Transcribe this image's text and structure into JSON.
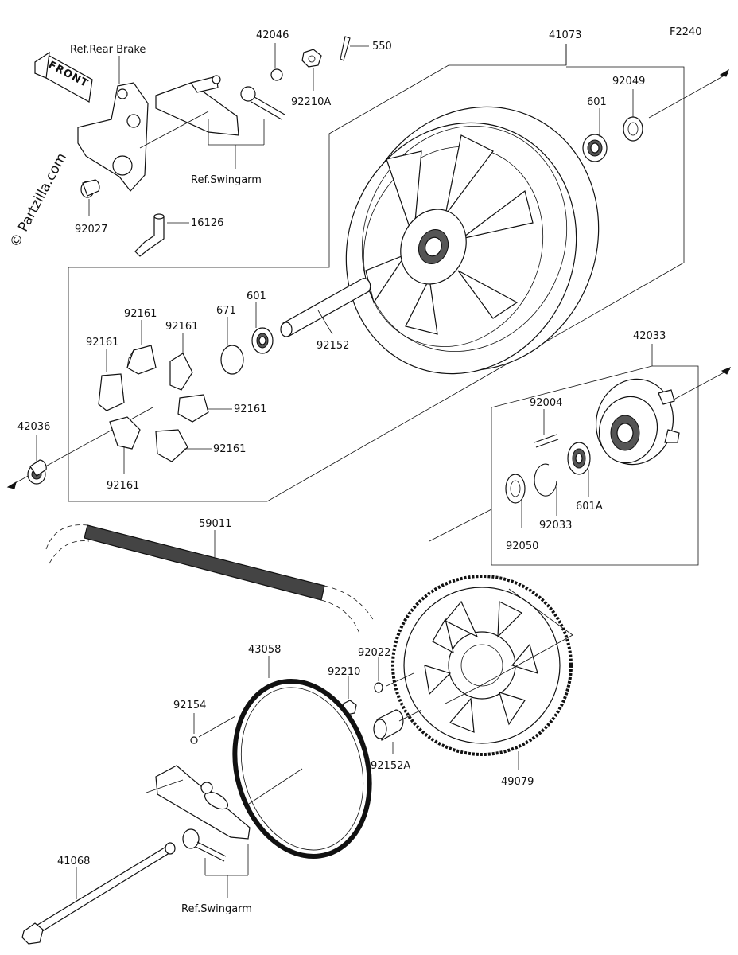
{
  "diagram_code": "F2240",
  "watermark": "© Partzilla.com",
  "front_label": "FRONT",
  "labels": {
    "ref_rear_brake": "Ref.Rear Brake",
    "ref_swingarm_top": "Ref.Swingarm",
    "ref_swingarm_bottom": "Ref.Swingarm",
    "p42046": "42046",
    "p550": "550",
    "p41073": "41073",
    "p92210A": "92210A",
    "p601_top": "601",
    "p92049": "92049",
    "p92027": "92027",
    "p16126": "16126",
    "p92161_a": "92161",
    "p92161_b": "92161",
    "p92161_c": "92161",
    "p92161_d": "92161",
    "p92161_e": "92161",
    "p92161_f": "92161",
    "p671": "671",
    "p601_mid": "601",
    "p92152": "92152",
    "p42033": "42033",
    "p42036": "42036",
    "p92004": "92004",
    "p601A": "601A",
    "p92033": "92033",
    "p92050": "92050",
    "p59011": "59011",
    "p43058": "43058",
    "p92022": "92022",
    "p92210": "92210",
    "p92154": "92154",
    "p92152A": "92152A",
    "p49079": "49079",
    "p41068": "41068"
  }
}
